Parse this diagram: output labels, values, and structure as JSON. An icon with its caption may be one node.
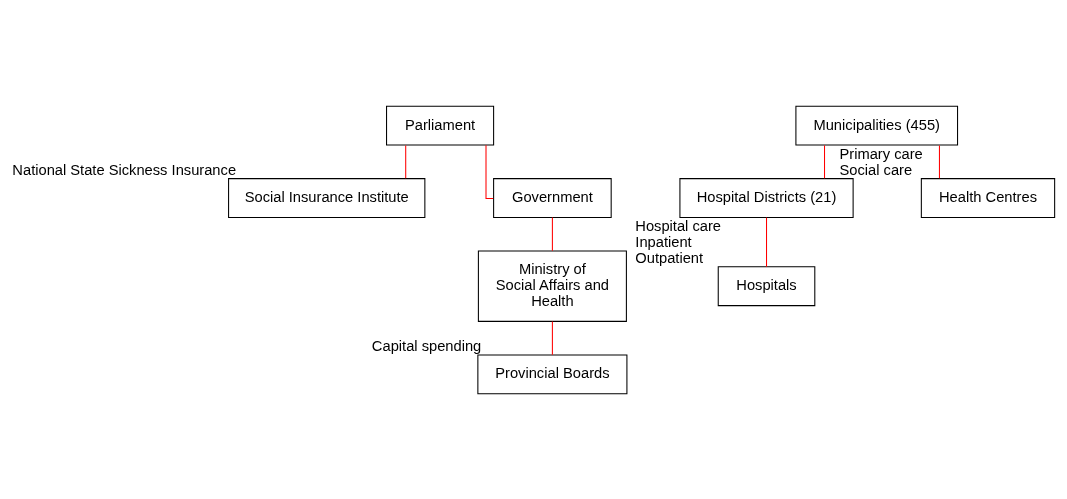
{
  "diagram": {
    "nodes": [
      {
        "text": [
          "Parliament"
        ]
      },
      {
        "text": [
          "Social Insurance Institute"
        ],
        "beside": [
          "National State Sickness Insurance"
        ]
      },
      {
        "text": [
          "Government"
        ]
      },
      {
        "text": [
          "Ministry of Social Affairs and Health"
        ]
      },
      {
        "text": [
          "Provincial Boards"
        ],
        "beside": [
          "Capital spending"
        ]
      },
      {
        "text": [
          "Municipalities (455)"
        ]
      },
      {
        "text": [
          "Hospital Districts (21)"
        ]
      },
      {
        "text": [
          "Health Centres"
        ],
        "beside": [
          "Primary care",
          "Social care"
        ]
      },
      {
        "text": [
          "Hospitals"
        ],
        "beside": [
          "Hospital care",
          "Inpatient",
          "Outpatient"
        ]
      }
    ],
    "edges": [
      {
        "from": 0,
        "to": 1,
        "arrow": "none"
      },
      {
        "from": 0,
        "to": 2,
        "arrow": "none"
      },
      {
        "from": 2,
        "to": 3,
        "arrow": "none"
      },
      {
        "from": 3,
        "to": 4,
        "arrow": "none"
      },
      {
        "from": 5,
        "to": 6,
        "arrow": "none"
      },
      {
        "from": 5,
        "to": 7,
        "arrow": "none"
      },
      {
        "from": 6,
        "to": 8,
        "arrow": "none"
      }
    ]
  }
}
